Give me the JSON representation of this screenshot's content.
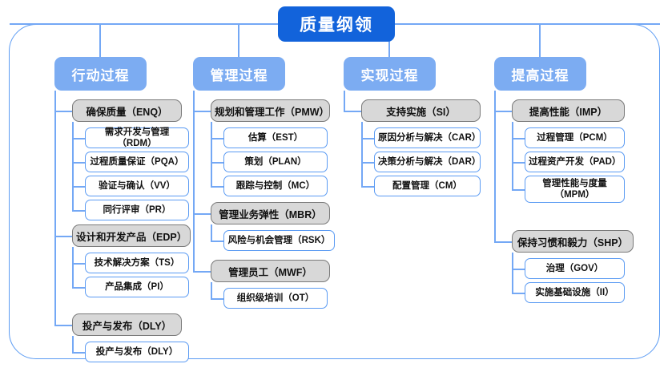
{
  "root": {
    "title": "质量纲领"
  },
  "columns": [
    {
      "id": "action",
      "header": "行动过程",
      "groups": [
        {
          "label": "确保质量（ENQ）",
          "children": [
            "需求开发与管理（RDM）",
            "过程质量保证（PQA）",
            "验证与确认（VV）",
            "同行评审（PR）"
          ]
        },
        {
          "label": "设计和开发产品（EDP）",
          "children": [
            "技术解决方案（TS）",
            "产品集成（PI）"
          ]
        },
        {
          "label": "投产与发布（DLY）",
          "children": [
            "投产与发布（DLY）"
          ]
        }
      ]
    },
    {
      "id": "management",
      "header": "管理过程",
      "groups": [
        {
          "label": "规划和管理工作（PMW）",
          "children": [
            "估算（EST）",
            "策划（PLAN）",
            "跟踪与控制（MC）"
          ]
        },
        {
          "label": "管理业务弹性（MBR）",
          "children": [
            "风险与机会管理（RSK）"
          ]
        },
        {
          "label": "管理员工（MWF）",
          "children": [
            "组织级培训（OT）"
          ]
        }
      ]
    },
    {
      "id": "implementation",
      "header": "实现过程",
      "groups": [
        {
          "label": "支持实施（SI）",
          "children": [
            "原因分析与解决（CAR）",
            "决策分析与解决（DAR）",
            "配置管理（CM）"
          ]
        }
      ]
    },
    {
      "id": "improvement",
      "header": "提高过程",
      "groups": [
        {
          "label": "提高性能（IMP）",
          "children": [
            "过程管理（PCM）",
            "过程资产开发（PAD）",
            "管理性能与度量\n（MPM）"
          ]
        },
        {
          "label": "保持习惯和毅力（SHP）",
          "children": [
            "治理（GOV）",
            "实施基础设施（II）"
          ]
        }
      ]
    }
  ],
  "colors": {
    "root_fill": "#1263DB",
    "header_fill": "#7CACF2",
    "group_fill": "#D8D8D8",
    "group_border": "#7A7A7A",
    "leaf_border": "#5B9BF3",
    "connector": "#74A8F5",
    "frame_border": "#5B9BF3"
  }
}
